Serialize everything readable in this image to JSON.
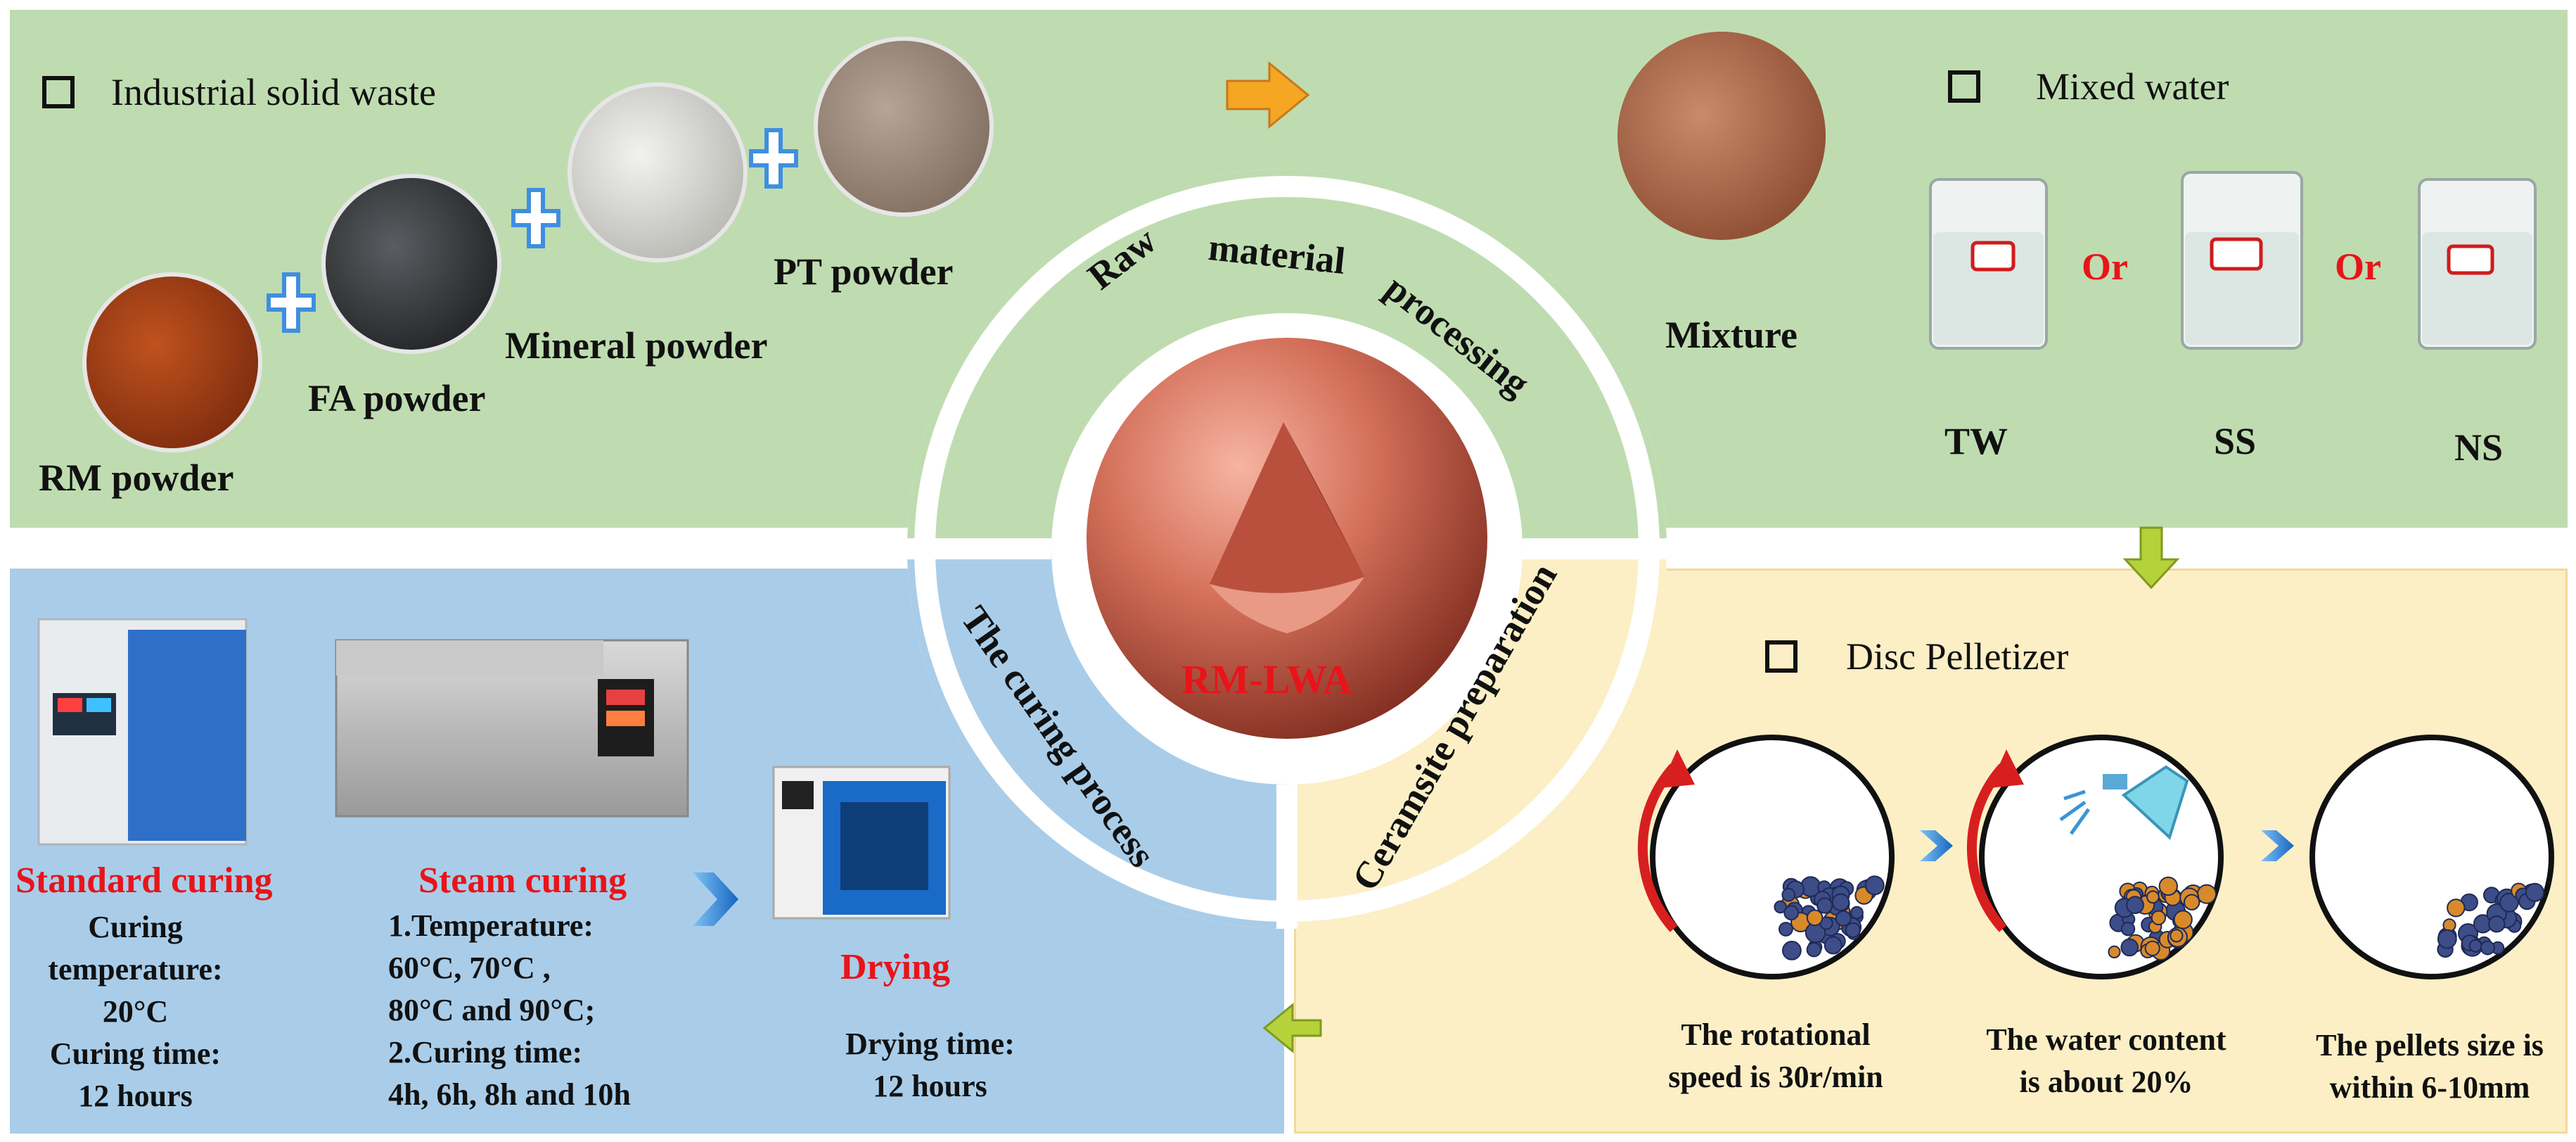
{
  "top": {
    "industrial_label": "Industrial solid waste",
    "rm_powder": "RM powder",
    "fa_powder": "FA powder",
    "mineral_powder": "Mineral  powder",
    "pt_powder": "PT powder",
    "mixture": "Mixture",
    "mixed_water_label": "Mixed water",
    "or1": "Or",
    "or2": "Or",
    "tw": "TW",
    "ss": "SS",
    "ns": "NS"
  },
  "center": {
    "raw": "Raw",
    "material": "material",
    "processing": "processing",
    "ceramsite": "Ceramsite preparation",
    "curing_process": "The curing process",
    "product": "RM-LWA"
  },
  "pelletizer": {
    "label": "Disc Pelletizer",
    "step1_line1": "The rotational",
    "step1_line2": "speed is 30r/min",
    "step2_line1": "The water content",
    "step2_line2": "is about 20%",
    "step3_line1": "The pellets size is",
    "step3_line2": "within 6-10mm"
  },
  "curing": {
    "standard_title": "Standard curing",
    "standard_l1": "Curing",
    "standard_l2": "temperature:",
    "standard_l3": "20°C",
    "standard_l4": "Curing time:",
    "standard_l5": "12 hours",
    "steam_title": "Steam curing",
    "steam_l1": "1.Temperature:",
    "steam_l2": "60°C, 70°C ,",
    "steam_l3": "80°C and 90°C;",
    "steam_l4": "2.Curing time:",
    "steam_l5": "4h, 6h, 8h and 10h",
    "drying_title": "Drying",
    "drying_l1": "Drying time:",
    "drying_l2": "12 hours"
  },
  "colors": {
    "green_panel": "#bfdcb0",
    "blue_panel": "#a9cde9",
    "yellow_panel": "#fcefc6",
    "red_text": "#e8141a",
    "orange_arrow": "#f5a623",
    "green_arrow": "#b6d23a",
    "chevron_blue": "#1a73d9"
  }
}
